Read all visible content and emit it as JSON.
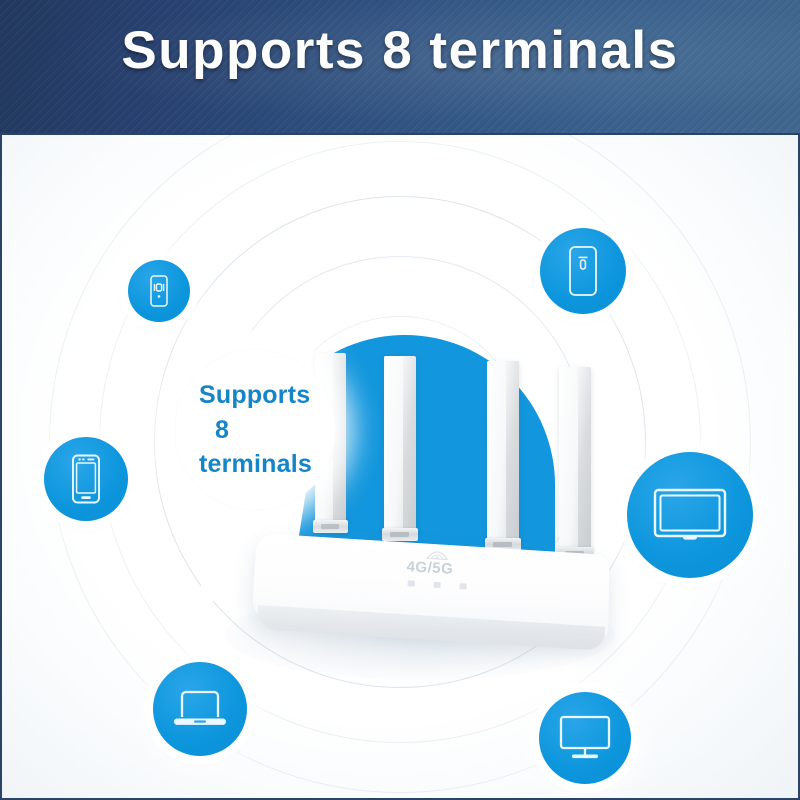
{
  "banner": {
    "title": "Supports  8  terminals",
    "bg_dark": "#27406f",
    "bg_light": "#3a628e",
    "text_color": "#fdfdfd"
  },
  "card": {
    "bubble": {
      "line1": "Supports",
      "line2": "8",
      "line3": "terminals",
      "text_color": "#1585c8"
    },
    "accent_blue": "#0d96dd",
    "device_badges": [
      {
        "id": "badge-smart-device",
        "icon": "phone-vibrate-icon",
        "label": "Smart device"
      },
      {
        "id": "badge-tablet",
        "icon": "tablet-icon",
        "label": "Tablet"
      },
      {
        "id": "badge-smartphone",
        "icon": "smartphone-icon",
        "label": "Smartphone"
      },
      {
        "id": "badge-smart-tv",
        "icon": "television-icon",
        "label": "Smart TV"
      },
      {
        "id": "badge-laptop",
        "icon": "laptop-icon",
        "label": "Laptop"
      },
      {
        "id": "badge-desktop",
        "icon": "desktop-monitor-icon",
        "label": "Desktop monitor"
      }
    ],
    "router": {
      "brand_logo": "4G/5G",
      "antenna_count": 4,
      "led_count": 3
    }
  }
}
